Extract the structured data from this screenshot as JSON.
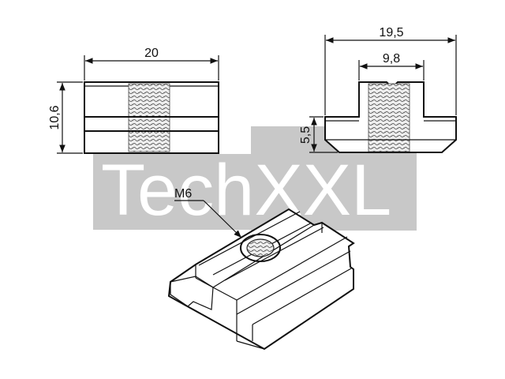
{
  "watermark": {
    "brand": "TechXXL",
    "color": "#c8c8c8"
  },
  "dimensions": {
    "front_width": "20",
    "front_height": "10,6",
    "side_width": "19,5",
    "thread_width": "9,8",
    "flange_height": "5,5"
  },
  "thread_callout": "M6",
  "colors": {
    "line": "#111111",
    "thread": "#777777",
    "background": "#ffffff"
  }
}
